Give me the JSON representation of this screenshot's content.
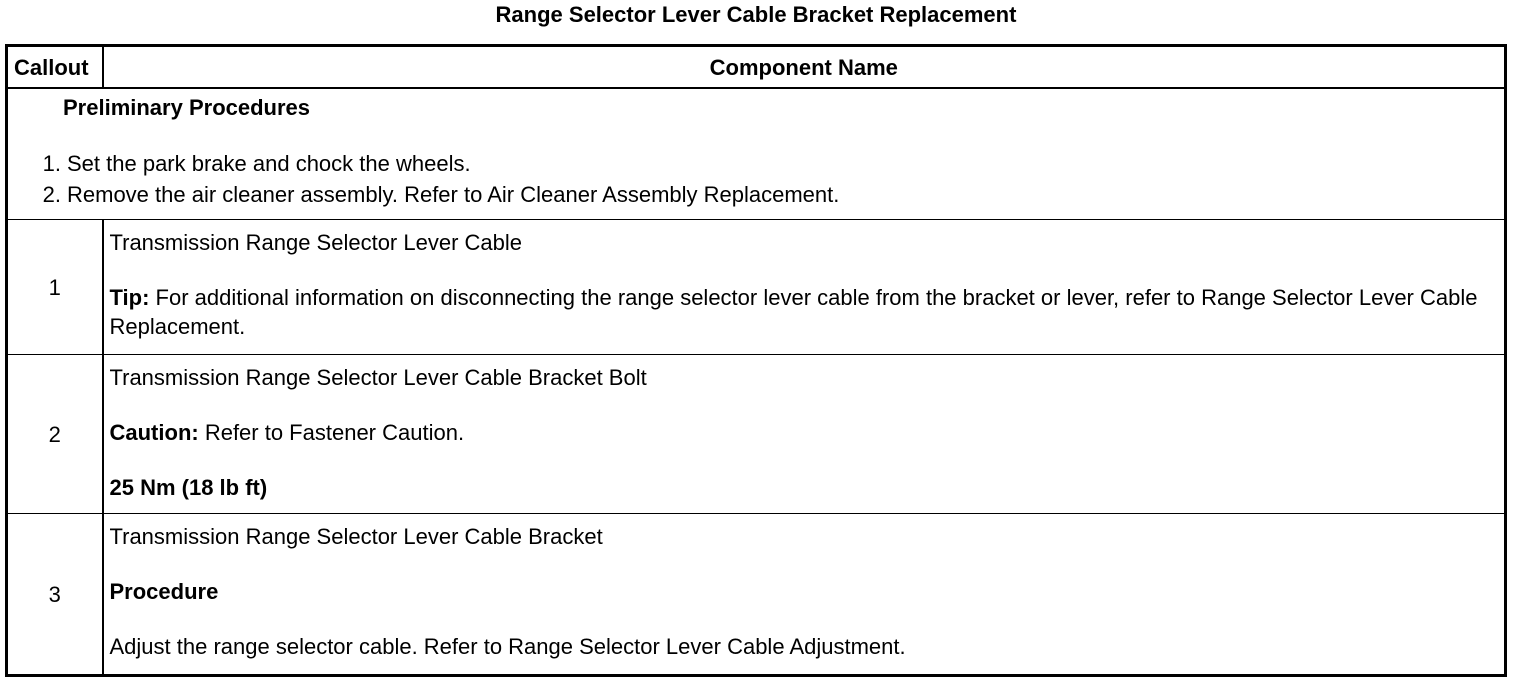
{
  "title": "Range Selector Lever Cable Bracket Replacement",
  "table": {
    "headers": {
      "callout": "Callout",
      "component": "Component Name"
    },
    "preliminary": {
      "heading": "Preliminary Procedures",
      "steps": [
        {
          "num": "1.",
          "text": "Set the park brake and chock the wheels."
        },
        {
          "num": "2.",
          "text": "Remove the air cleaner assembly. Refer to Air Cleaner Assembly Replacement."
        }
      ]
    },
    "rows": [
      {
        "callout": "1",
        "name": "Transmission Range Selector Lever Cable",
        "tip_label": "Tip:",
        "tip_text": " For additional information on disconnecting the range selector lever cable from the bracket or lever, refer to Range Selector Lever Cable Replacement."
      },
      {
        "callout": "2",
        "name": "Transmission Range Selector Lever Cable Bracket Bolt",
        "caution_label": "Caution:",
        "caution_text": " Refer to Fastener Caution.",
        "torque": "25 Nm (18 lb ft)"
      },
      {
        "callout": "3",
        "name": "Transmission Range Selector Lever Cable Bracket",
        "procedure_label": "Procedure",
        "procedure_text": "Adjust the range selector cable. Refer to Range Selector Lever Cable Adjustment."
      }
    ]
  }
}
